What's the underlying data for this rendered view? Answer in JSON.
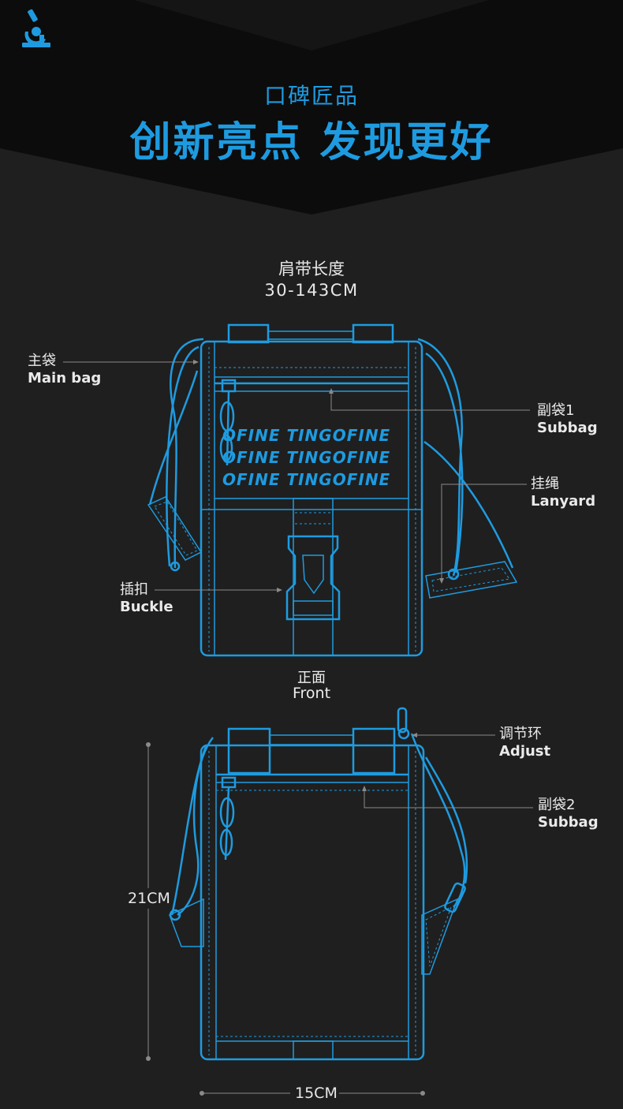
{
  "header": {
    "subtitle": "口碑匠品",
    "title": "创新亮点 发现更好",
    "logo_icon": "microscope-icon"
  },
  "strap": {
    "label": "肩带长度",
    "value": "30-143CM"
  },
  "front_view": {
    "brand_lines": [
      "OFINE TINGOFINE",
      "OFINE TINGOFINE",
      "OFINE TINGOFINE"
    ],
    "labels": {
      "main_bag_cn": "主袋",
      "main_bag_en": "Main bag",
      "subbag1_cn": "副袋1",
      "subbag1_en": "Subbag",
      "lanyard_cn": "挂绳",
      "lanyard_en": "Lanyard",
      "buckle_cn": "插扣",
      "buckle_en": "Buckle"
    },
    "caption_cn": "正面",
    "caption_en": "Front"
  },
  "back_view": {
    "labels": {
      "adjust_cn": "调节环",
      "adjust_en": "Adjust",
      "subbag2_cn": "副袋2",
      "subbag2_en": "Subbag"
    },
    "height": "21CM",
    "width": "15CM"
  },
  "colors": {
    "background": "#1f1f1f",
    "banner": "#0c0c0c",
    "accent": "#1e9be0",
    "line": "#888888"
  }
}
